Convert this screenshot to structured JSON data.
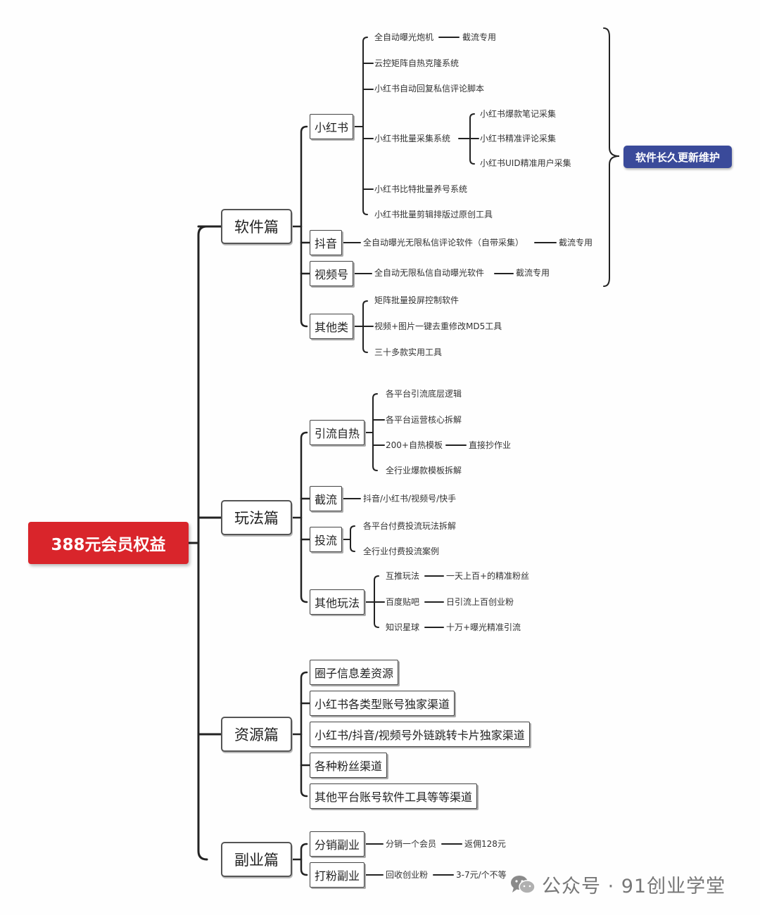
{
  "root": "388元会员权益",
  "badge": "软件长久更新维护",
  "watermark": "公众号 · 91创业学堂",
  "wechat_icon": "wechat-icon",
  "sections": [
    {
      "label": "软件篇",
      "items": [
        {
          "label": "小红书",
          "children": [
            {
              "text": "全自动曝光炮机",
              "tail": "截流专用"
            },
            {
              "text": "云控矩阵自热克隆系统"
            },
            {
              "text": "小红书自动回复私信评论脚本"
            },
            {
              "text": "小红书批量采集系统",
              "children": [
                "小红书爆款笔记采集",
                "小红书精准评论采集",
                "小红书UID精准用户采集"
              ]
            },
            {
              "text": "小红书比特批量养号系统"
            },
            {
              "text": "小红书批量剪辑排版过原创工具"
            }
          ]
        },
        {
          "label": "抖音",
          "children": [
            {
              "text": "全自动曝光无限私信评论软件（自带采集）",
              "tail": "截流专用"
            }
          ]
        },
        {
          "label": "视频号",
          "children": [
            {
              "text": "全自动无限私信自动曝光软件",
              "tail": "截流专用"
            }
          ]
        },
        {
          "label": "其他类",
          "children": [
            {
              "text": "矩阵批量投屏控制软件"
            },
            {
              "text": "视频+图片一键去重修改MD5工具"
            },
            {
              "text": "三十多款实用工具"
            }
          ]
        }
      ]
    },
    {
      "label": "玩法篇",
      "items": [
        {
          "label": "引流自热",
          "children": [
            {
              "text": "各平台引流底层逻辑"
            },
            {
              "text": "各平台运营核心拆解"
            },
            {
              "text": "200+自热模板",
              "tail": "直接抄作业"
            },
            {
              "text": "全行业爆款模板拆解"
            }
          ]
        },
        {
          "label": "截流",
          "children": [
            {
              "text": "抖音/小红书/视频号/快手"
            }
          ]
        },
        {
          "label": "投流",
          "children": [
            {
              "text": "各平台付费投流玩法拆解"
            },
            {
              "text": "全行业付费投流案例"
            }
          ]
        },
        {
          "label": "其他玩法",
          "children": [
            {
              "text": "互推玩法",
              "tail": "一天上百+的精准粉丝"
            },
            {
              "text": "百度贴吧",
              "tail": "日引流上百创业粉"
            },
            {
              "text": "知识星球",
              "tail": "十万+曝光精准引流"
            }
          ]
        }
      ]
    },
    {
      "label": "资源篇",
      "items": [
        {
          "label": "圈子信息差资源"
        },
        {
          "label": "小红书各类型账号独家渠道"
        },
        {
          "label": "小红书/抖音/视频号外链跳转卡片独家渠道"
        },
        {
          "label": "各种粉丝渠道"
        },
        {
          "label": "其他平台账号软件工具等等渠道"
        }
      ]
    },
    {
      "label": "副业篇",
      "items": [
        {
          "label": "分销副业",
          "children": [
            {
              "text": "分销一个会员",
              "tail": "返佣128元"
            }
          ]
        },
        {
          "label": "打粉副业",
          "children": [
            {
              "text": "回收创业粉",
              "tail": "3-7元/个不等"
            }
          ]
        }
      ]
    }
  ]
}
